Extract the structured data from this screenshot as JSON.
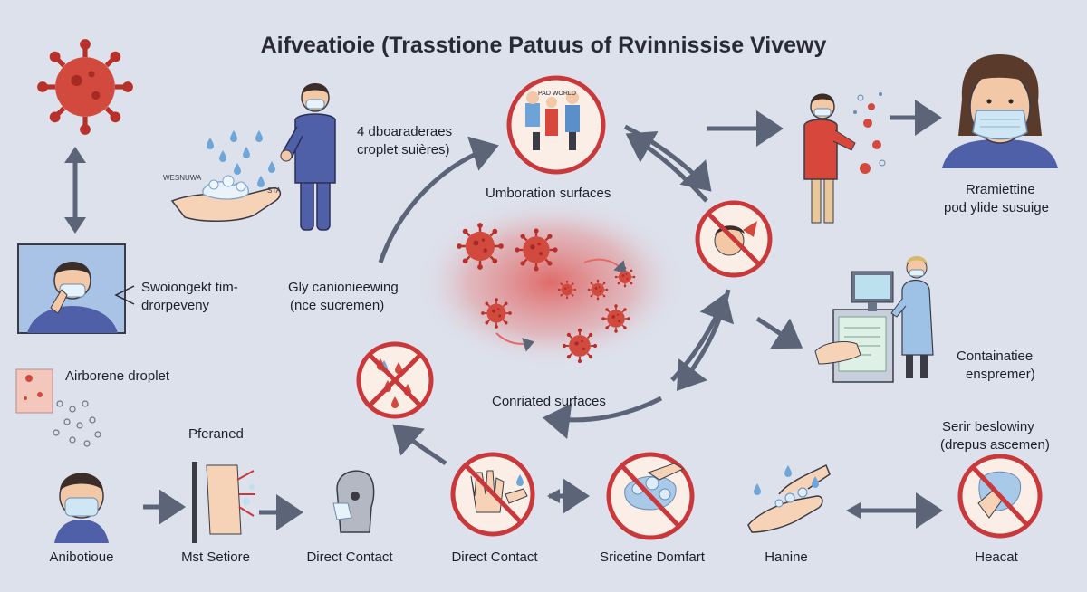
{
  "title": "Aifveatioie (Trasstione Patuus of Rvinnissise Vivewy",
  "labels": {
    "droplet_top": "4 dboaraderaes",
    "droplet_bottom": "croplet suières)",
    "hands_left": "WESNUWA",
    "hands_right": "STA",
    "poster_line": "PAD WORLD",
    "umboration": "Umboration surfaces",
    "swoion_top": "Swoiongekt tim-",
    "swoion_bottom": "drorpeveny",
    "gly_top": "Gly canionieewing",
    "gly_bottom": "(nce sucremen)",
    "airborne": "Airborene droplet",
    "contaminated": "Conriated surfaces",
    "pferaned": "Pferaned",
    "rramiettine_top": "Rramiettine",
    "rramiettine_bottom": "pod ylide susuige",
    "containatiee_top": "Containatiee",
    "containatiee_bottom": "enspremer)",
    "serir_top": "Serir beslowiny",
    "serir_bottom": "(drepus ascemen)",
    "bottom": [
      "Anibotioue",
      "Mst Setiore",
      "Direct Contact",
      "Direct Contact",
      "Sricetine Domfart",
      "Hanine",
      "Heacat"
    ]
  },
  "colors": {
    "background": "#dde1ec",
    "virus": "#d24a3e",
    "arrow": "#5b6577",
    "prohibit": "#c9383a",
    "shirt_blue": "#4f5fa8",
    "shirt_red": "#d8473b",
    "mask": "#e6f3fb"
  },
  "icons": [
    "virus-icon",
    "hand-wash-icon",
    "masked-person-icon",
    "family-poster-icon",
    "prohibited-sneeze-icon",
    "sneezing-person-icon",
    "masked-woman-icon",
    "masked-face-icon",
    "prohibited-droplet-icon",
    "prohibited-handshake-icon",
    "prohibited-soap-icon",
    "doctor-monitor-icon"
  ]
}
